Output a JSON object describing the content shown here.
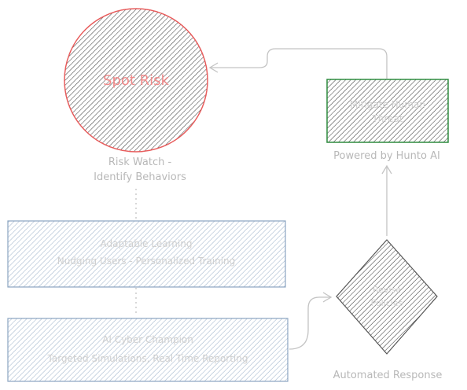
{
  "nodes": {
    "spot_risk": {
      "label": "Spot Risk",
      "caption_line1": "Risk Watch -",
      "caption_line2": "Identify Behaviors",
      "stroke": "#e85d5d"
    },
    "top_right": {
      "line1": "Mitigate Human",
      "line2": "Threat",
      "caption": "Powered by Hunto AI",
      "stroke": "#2e8b3e"
    },
    "mid_left": {
      "line1": "Adaptable Learning",
      "line2": "Nudging Users - Personalized Training",
      "stroke": "#8aa3c0"
    },
    "bottom_left": {
      "line1": "AI Cyber Champion",
      "line2": "Targeted Simulations, Real Time Reporting",
      "stroke": "#8aa3c0"
    },
    "diamond": {
      "line1": "Revise",
      "line2": "Policies",
      "caption": "Automated Response",
      "stroke": "#555555"
    }
  },
  "colors": {
    "hatch_dark": "#333333",
    "hatch_blue": "#9bb0c8",
    "text_faint": "#d0d0d0",
    "caption": "#b8b8b8",
    "edge": "#c4c4c4",
    "red_text": "#f08a8a"
  }
}
